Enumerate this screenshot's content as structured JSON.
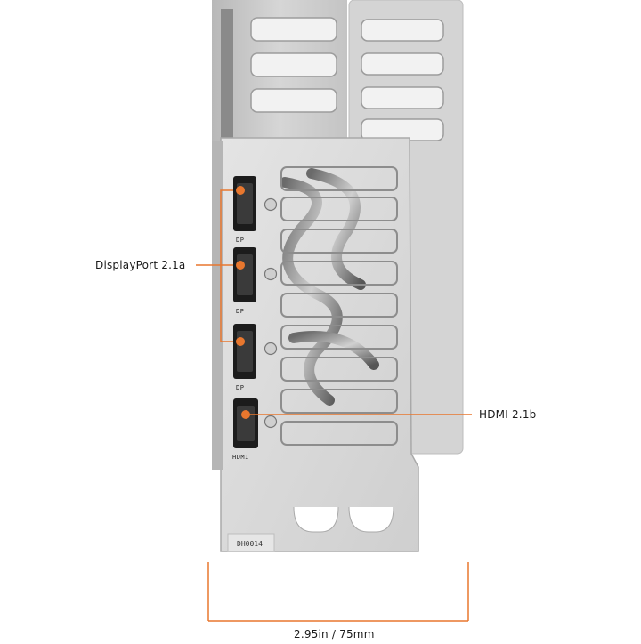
{
  "callouts": {
    "displayport": "DisplayPort 2.1a",
    "hdmi": "HDMI 2.1b"
  },
  "dimension": {
    "width_label": "2.95in / 75mm"
  },
  "ports": [
    {
      "type": "displayport",
      "tag": "DP"
    },
    {
      "type": "displayport",
      "tag": "DP"
    },
    {
      "type": "displayport",
      "tag": "DP"
    },
    {
      "type": "hdmi",
      "tag": "HDMI"
    }
  ],
  "bracket": {
    "id_marking": "DH0014"
  },
  "colors": {
    "accent": "#e8772e",
    "bracket": "#d9d9d9",
    "shroud": "#c9c9c9",
    "port_body": "#1c1c1c"
  }
}
